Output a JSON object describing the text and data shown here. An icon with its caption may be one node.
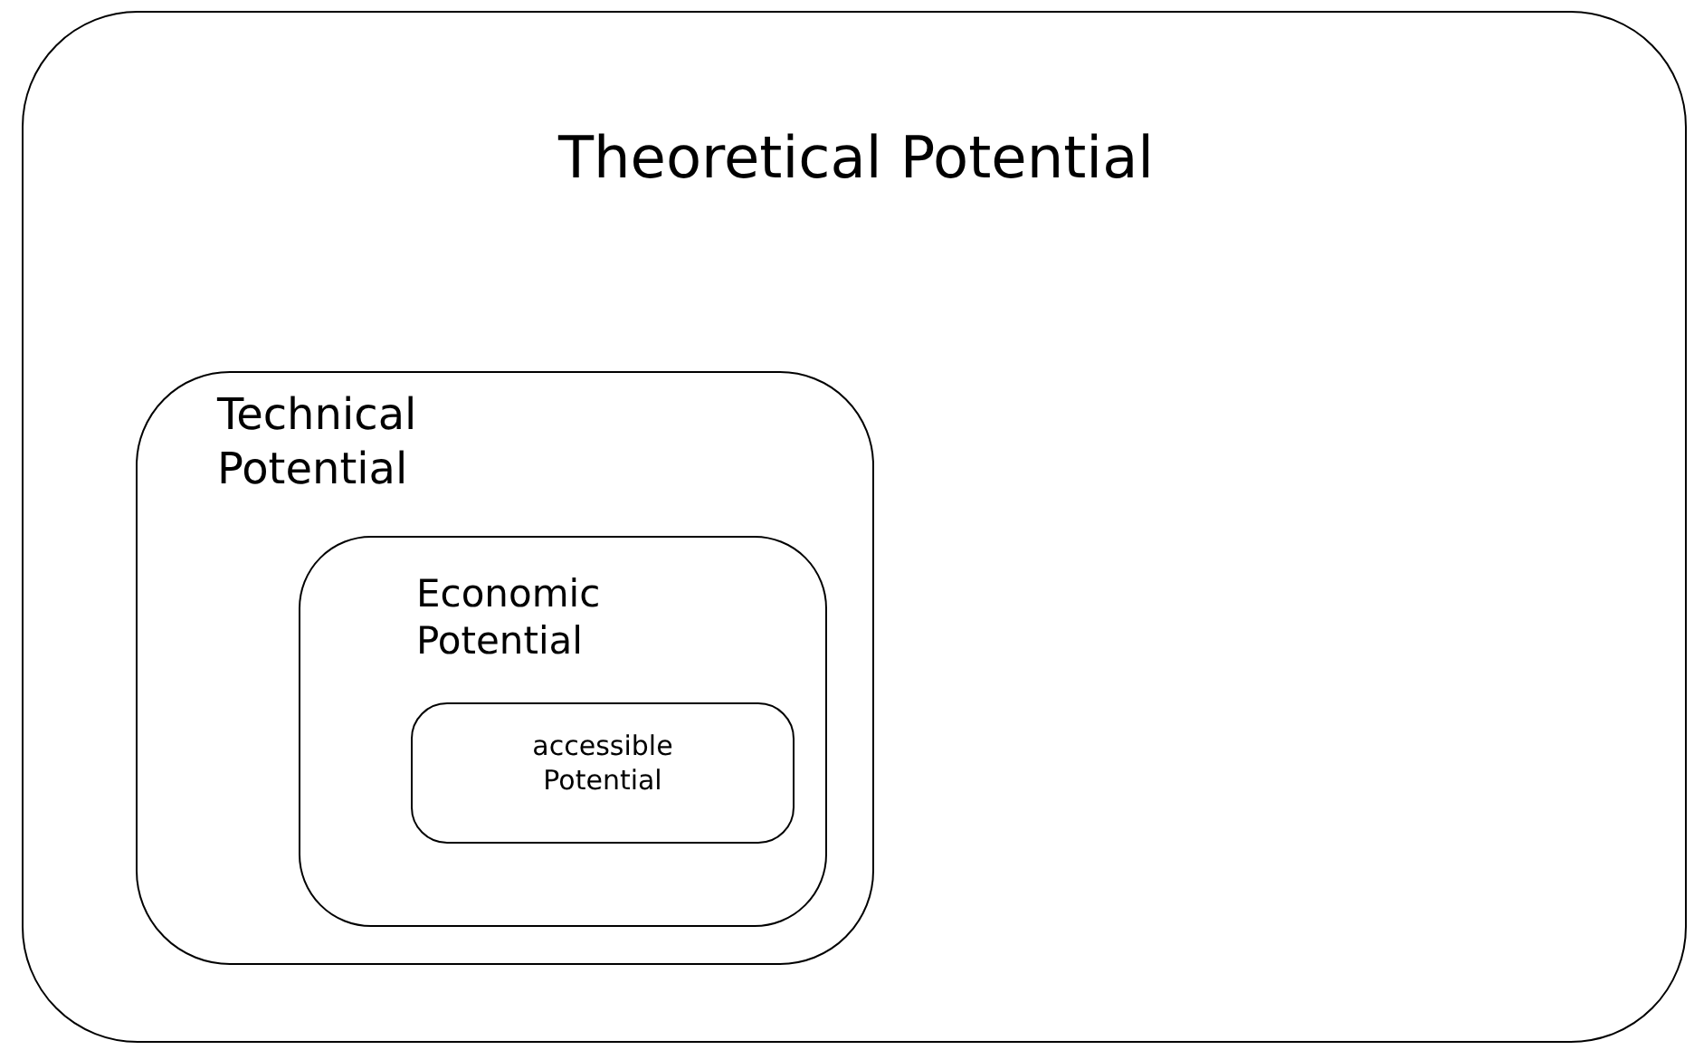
{
  "diagram": {
    "nodes": [
      {
        "text": [
          "Theoretical Potential"
        ]
      },
      {
        "text": [
          "Technical Potential"
        ],
        "in": 0
      },
      {
        "text": [
          "Economic Potential"
        ],
        "in": 1
      },
      {
        "text": [
          "accessible Potential"
        ],
        "in": 2
      }
    ]
  }
}
